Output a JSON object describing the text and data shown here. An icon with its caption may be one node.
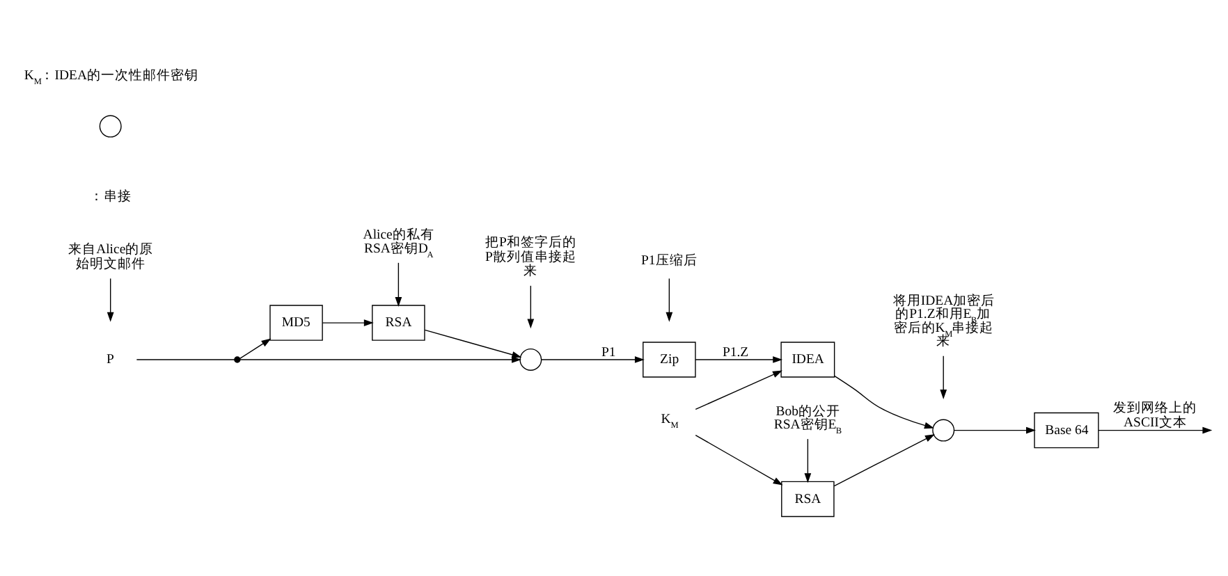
{
  "diagram": {
    "nodes": [
      {
        "text": [
          "P"
        ]
      },
      {
        "text": [],
        "shape": "dot"
      },
      {
        "text": [
          "MD5"
        ]
      },
      {
        "text": [
          "RSA"
        ]
      },
      {
        "text": [],
        "shape": "circle"
      },
      {
        "text": [
          "Zip"
        ]
      },
      {
        "text": [
          "IDEA"
        ]
      },
      {
        "text": [
          "K$_{M}$"
        ]
      },
      {
        "text": [
          "RSA"
        ]
      },
      {
        "text": [],
        "shape": "circle"
      },
      {
        "text": [
          "Base 64"
        ]
      },
      {
        "text": [
          "Alice的私有 RSA密钥D$_{A}$"
        ]
      },
      {
        "text": [
          "Bob的公开 RSA密钥E$_{B}$"
        ]
      },
      {
        "text": [
          "来自Alice的原始明文邮件"
        ]
      },
      {
        "text": [
          "把P和签字后的P散列值串接起来"
        ]
      },
      {
        "text": [
          "P1压缩后"
        ]
      },
      {
        "text": [
          "将用IDEA加密后的P1.Z和用E$_{B}$加密后的K$_{M}$串接起来"
        ]
      },
      {
        "text": [],
        "shape": "circle"
      }
    ],
    "edges": [
      {
        "from": 0,
        "to": 1,
        "arrow": "none"
      },
      {
        "from": 1,
        "to": 2,
        "arrow": "to"
      },
      {
        "from": 1,
        "to": 4,
        "arrow": "to"
      },
      {
        "from": 2,
        "to": 3,
        "arrow": "to"
      },
      {
        "from": 3,
        "to": 4,
        "arrow": "to"
      },
      {
        "from": 4,
        "to": 5,
        "arrow": "to",
        "label": "P1"
      },
      {
        "from": 5,
        "to": 6,
        "arrow": "to",
        "label": "P1.Z"
      },
      {
        "from": 7,
        "to": 6,
        "arrow": "to"
      },
      {
        "from": 7,
        "to": 8,
        "arrow": "to"
      },
      {
        "from": 6,
        "to": 9,
        "arrow": "to"
      },
      {
        "from": 8,
        "to": 9,
        "arrow": "to"
      },
      {
        "from": 9,
        "to": 10,
        "arrow": "to"
      },
      {
        "from": 10,
        "to": null,
        "arrow": "to",
        "label": "发到网络上的 ASCII文本"
      },
      {
        "from": 11,
        "to": 3,
        "arrow": "to"
      },
      {
        "from": 12,
        "to": 8,
        "arrow": "to"
      },
      {
        "from": 13,
        "to": null,
        "arrow": "to"
      },
      {
        "from": 14,
        "to": null,
        "arrow": "to"
      },
      {
        "from": 15,
        "to": null,
        "arrow": "to"
      },
      {
        "from": 16,
        "to": null,
        "arrow": "to"
      }
    ],
    "labels": [
      "K$_{M}$：IDEA的一次性邮件密钥",
      "：串接"
    ]
  }
}
